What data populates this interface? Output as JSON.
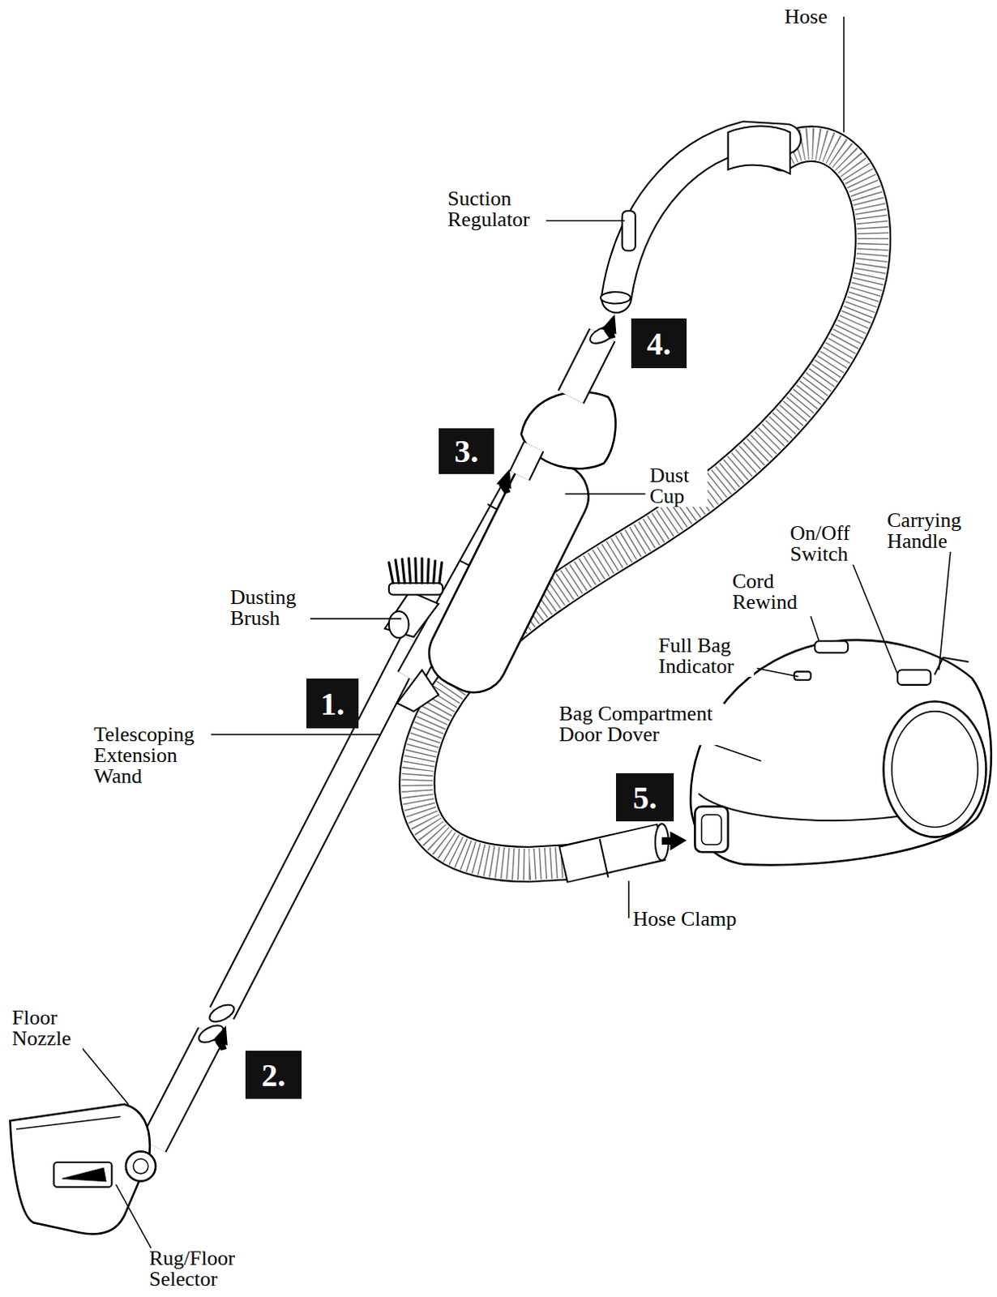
{
  "diagram": {
    "labels": [
      "Hose",
      "Suction Regulator",
      "4.",
      "3.",
      "Dust Cup",
      "Carrying Handle",
      "On/Off Switch",
      "Cord Rewind",
      "Dusting Brush",
      "Full Bag Indicator",
      "1.",
      "Bag Compartment Door Dover",
      "Telescoping Extension Wand",
      "5.",
      "Hose Clamp",
      "Floor Nozzle",
      "2.",
      "Rug/Floor Selector"
    ]
  }
}
